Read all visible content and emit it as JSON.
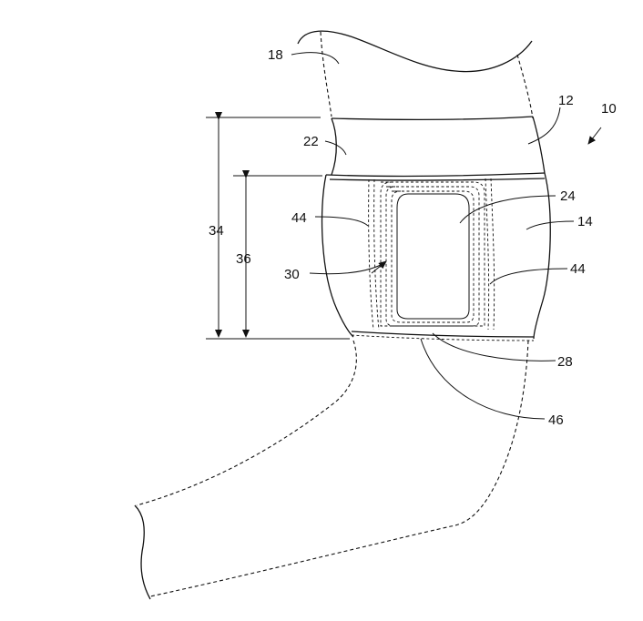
{
  "figure": {
    "labels": {
      "n10": "10",
      "n12": "12",
      "n14": "14",
      "n18": "18",
      "n22": "22",
      "n24": "24",
      "n28": "28",
      "n30": "30",
      "n34": "34",
      "n36": "36",
      "n44a": "44",
      "n44b": "44",
      "n46": "46"
    }
  }
}
